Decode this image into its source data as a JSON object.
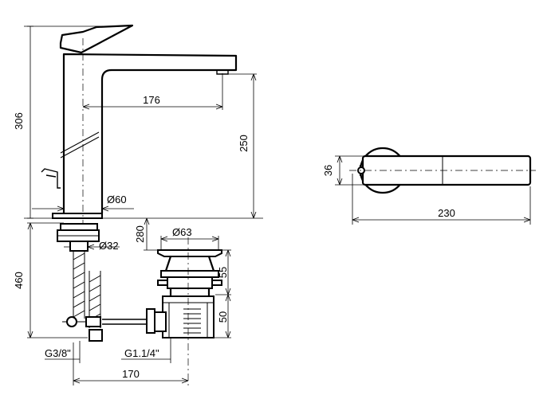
{
  "dimensions": {
    "spout_reach": "176",
    "overall_height": "306",
    "spout_height": "250",
    "body_diameter": "Ø60",
    "max_deck_thickness": "280",
    "shank_diameter": "Ø32",
    "waste_diameter": "Ø63",
    "waste_upper": "55",
    "waste_lower": "50",
    "hose_length": "460",
    "inlet_thread": "G3/8\"",
    "waste_thread": "G1.1/4\"",
    "inlet_to_waste": "170",
    "top_width": "36",
    "top_length": "230"
  }
}
